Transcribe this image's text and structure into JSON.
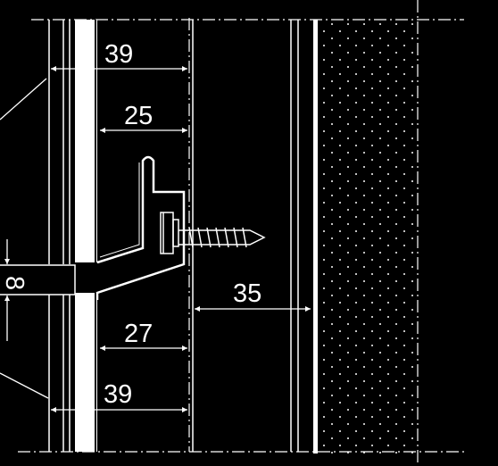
{
  "dimensions": {
    "top_39": "39",
    "upper_25": "25",
    "right_35": "35",
    "lower_27": "27",
    "bottom_39": "39",
    "gap_8": "8"
  },
  "colors": {
    "background": "#000000",
    "line": "#ffffff",
    "insulation_dots": "#ffffff"
  }
}
